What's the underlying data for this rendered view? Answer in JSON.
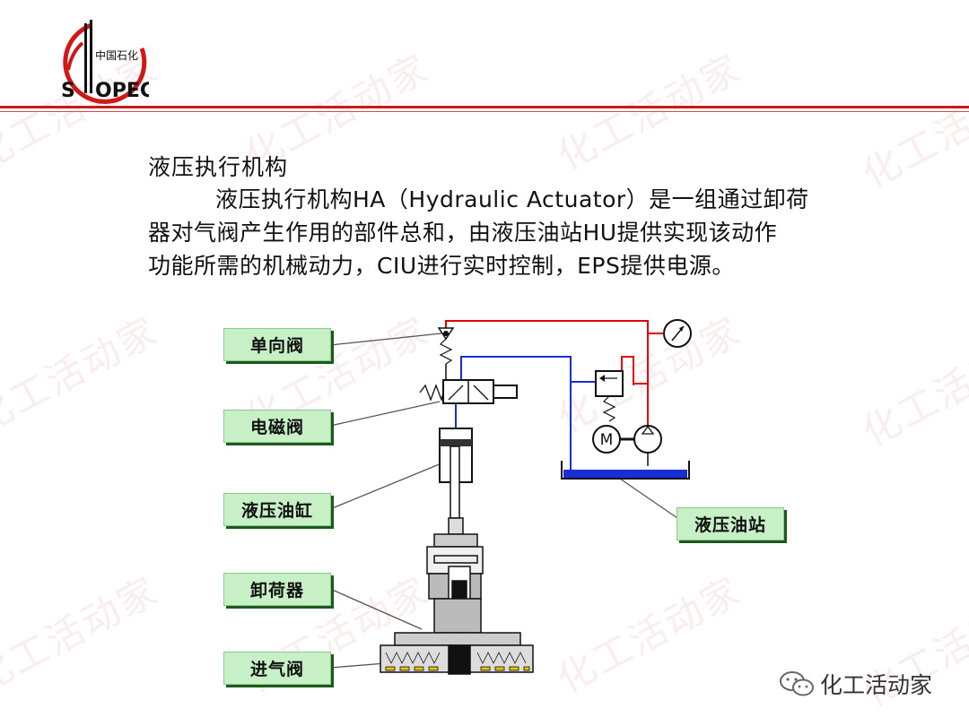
{
  "heading": "液压执行机构",
  "paragraph": [
    "液压执行机构HA（Hydraulic Actuator）是一组通过卸荷",
    "器对气阀产生作用的部件总和，由液压油站HU提供实现该动作",
    "功能所需的机械动力，CIU进行实时控制，EPS提供电源。"
  ],
  "labels": {
    "check_valve": "单向阀",
    "solenoid_valve": "电磁阀",
    "cylinder": "液压油缸",
    "unloader": "卸荷器",
    "inlet_valve": "进气阀",
    "power_unit": "液压油站"
  },
  "watermark_text": "化工活动家",
  "brand_text": "化工活动家",
  "logo_text": "中国石化",
  "colors": {
    "rule": "#cc1a1a",
    "pipe_pressure": "#e00000",
    "pipe_return": "#1a2ed6",
    "label_bg": "#c7f0c7",
    "label_shadow": "#1c5a1c"
  }
}
